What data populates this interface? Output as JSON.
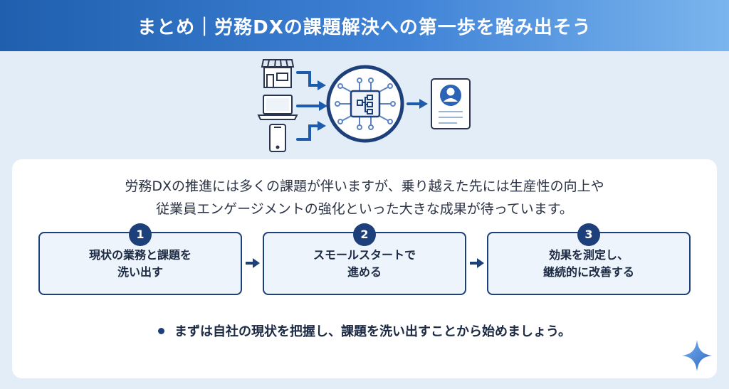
{
  "header": {
    "title": "まとめ｜労務DXの課題解決への第一歩を踏み出そう"
  },
  "diagram": {
    "inputs": [
      "store-icon",
      "laptop-icon",
      "smartphone-icon"
    ],
    "hub": "network-hub-icon",
    "output": "employee-profile-icon"
  },
  "intro": {
    "line1": "労務DXの推進には多くの課題が伴いますが、乗り越えた先には生産性の向上や",
    "line2": "従業員エンゲージメントの強化といった大きな成果が待っています。"
  },
  "steps": [
    {
      "num": "1",
      "text": "現状の業務と課題を\n洗い出す"
    },
    {
      "num": "2",
      "text": "スモールスタートで\n進める"
    },
    {
      "num": "3",
      "text": "効果を測定し、\n継続的に改善する"
    }
  ],
  "conclusion": {
    "text": "まずは自社の現状を把握し、課題を洗い出すことから始めましょう。"
  },
  "colors": {
    "header_start": "#1f5fae",
    "header_end": "#7bb5ee",
    "navy": "#1d3f7a",
    "background": "#e3edf8"
  }
}
